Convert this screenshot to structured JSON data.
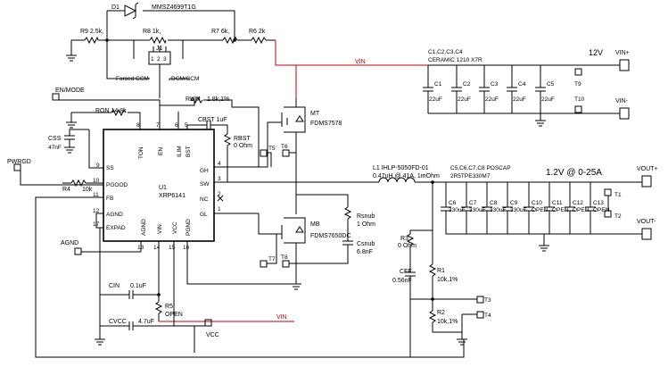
{
  "diode": {
    "ref": "D1",
    "part": "MMSZ4699T1G"
  },
  "resistors": {
    "r9": {
      "ref": "R9",
      "value": "2.5k,"
    },
    "r8": {
      "ref": "R8",
      "value": "1k,"
    },
    "r7": {
      "ref": "R7",
      "value": "6k,"
    },
    "r6": {
      "ref": "R6",
      "value": "2k"
    },
    "ron": {
      "ref": "RON",
      "value": "14.8k"
    },
    "rlim": {
      "ref": "RLIM",
      "value": "1.8k,1%"
    },
    "rbst": {
      "ref": "RBST",
      "value": "0 Ohm"
    },
    "r4": {
      "ref": "R4",
      "value": "10k"
    },
    "r3": {
      "ref": "R3",
      "value": "0 Ohm"
    },
    "r1": {
      "ref": "R1",
      "value": "10k,1%"
    },
    "r2": {
      "ref": "R2",
      "value": "10k,1%"
    },
    "r5": {
      "ref": "R5",
      "value": "OPEN"
    },
    "rsnub": {
      "ref": "Rsnub",
      "value": "1 Ohm"
    }
  },
  "jumper": {
    "ref": "J1",
    "pins": [
      "1",
      "2",
      "3"
    ],
    "left_label": "Forced CCM",
    "right_label": "DCM/CCM"
  },
  "nets": {
    "vin": "VIN",
    "en_mode": "EN/MODE",
    "pwrgd": "PWRGD",
    "agnd": "AGND",
    "vcc": "VCC"
  },
  "input_caps": {
    "header_1": "C1,C2,C3,C4",
    "header_2": "CERAMIC 1210 X7R",
    "caps": [
      {
        "ref": "C1",
        "value": "22uF"
      },
      {
        "ref": "C2",
        "value": "22uF"
      },
      {
        "ref": "C3",
        "value": "22uF"
      },
      {
        "ref": "C4",
        "value": "22uF"
      },
      {
        "ref": "C5",
        "value": "22uF"
      }
    ],
    "rail": "12V",
    "terminal_pos": "VIN+",
    "terminal_neg": "VIN-",
    "testpoints": [
      "T9",
      "T10"
    ]
  },
  "controller": {
    "ref": "U1",
    "part": "XRP6141",
    "pins": {
      "ton": {
        "name": "TON",
        "num": "8"
      },
      "en": {
        "name": "EN",
        "num": "7"
      },
      "ilim": {
        "name": "ILIM",
        "num": "6"
      },
      "bst": {
        "name": "BST",
        "num": "5"
      },
      "ss": {
        "name": "SS",
        "num": "9"
      },
      "pgood": {
        "name": "PGOOD",
        "num": "10"
      },
      "fb": {
        "name": "FB",
        "num": "11"
      },
      "agnd": {
        "name": "AGND",
        "num": "12"
      },
      "expad": {
        "name": "EXPAD",
        "num": "17"
      },
      "gh": {
        "name": "GH",
        "num": "4"
      },
      "sw": {
        "name": "SW",
        "num": "3"
      },
      "nc": {
        "name": "NC",
        "num": "2"
      },
      "gl": {
        "name": "GL",
        "num": "1"
      },
      "agnd2": {
        "name": "AGND",
        "num": "13"
      },
      "vin": {
        "name": "VIN",
        "num": "14"
      },
      "vcc": {
        "name": "VCC",
        "num": "15"
      },
      "pgnd": {
        "name": "PGND",
        "num": "16"
      }
    }
  },
  "caps_misc": {
    "css": {
      "ref": "CSS",
      "value": "47nF"
    },
    "cbst": {
      "ref": "CBST",
      "value": "1uF"
    },
    "cin": {
      "ref": "CIN",
      "value": "0.1uF"
    },
    "cvcc": {
      "ref": "CVCC",
      "value": "4.7uF"
    },
    "cff": {
      "ref": "CFF",
      "value": "0.56nF"
    },
    "csnub": {
      "ref": "Csnub",
      "value": "6.8nF"
    }
  },
  "fets": {
    "mt": {
      "ref": "MT",
      "part": "FDMS7578"
    },
    "mb": {
      "ref": "MB",
      "part": "FDMS7650DC"
    },
    "testpoints": [
      "T5",
      "T6",
      "T7",
      "T8"
    ]
  },
  "inductor": {
    "ref": "L1",
    "part": "IHLP-5050FD-01",
    "spec": "0.47uH @ 41A, 1mOhm"
  },
  "output_caps": {
    "header_1": "C5,C6,C7,C8 POSCAP",
    "header_2": "2R5TPE330M7",
    "rail": "1.2V @ 0-25A",
    "caps": [
      {
        "ref": "C6",
        "value": "330uF"
      },
      {
        "ref": "C7",
        "value": "330uF"
      },
      {
        "ref": "C8",
        "value": "330uF"
      },
      {
        "ref": "C9",
        "value": "330uF"
      },
      {
        "ref": "C10",
        "value": "OPEN"
      },
      {
        "ref": "C11",
        "value": "OPEN"
      },
      {
        "ref": "C12",
        "value": "OPEN"
      },
      {
        "ref": "C13",
        "value": "OPEN"
      }
    ],
    "terminal_pos": "VOUT+",
    "terminal_neg": "VOUT-",
    "testpoints": [
      "T1",
      "T2"
    ]
  },
  "fb_testpoints": [
    "T3",
    "T4"
  ],
  "colors": {
    "wire": "#000000",
    "net_vin": "#c00000"
  }
}
